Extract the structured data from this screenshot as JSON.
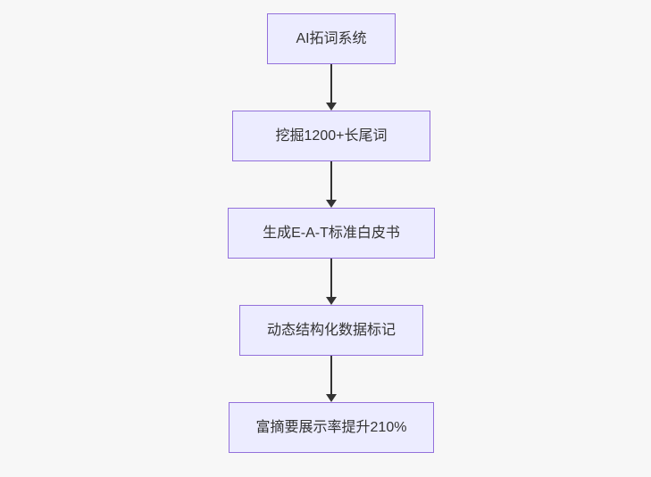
{
  "diagram": {
    "type": "flowchart",
    "direction": "top-down",
    "colors": {
      "node_fill": "#ECECFF",
      "node_border": "#9370DB",
      "text": "#333333",
      "arrow": "#333333",
      "background": "#F7F7F7"
    },
    "nodes": [
      {
        "id": "step-1",
        "label": "AI拓词系统"
      },
      {
        "id": "step-2",
        "label": "挖掘1200+长尾词"
      },
      {
        "id": "step-3",
        "label": "生成E-A-T标准白皮书"
      },
      {
        "id": "step-4",
        "label": "动态结构化数据标记"
      },
      {
        "id": "step-5",
        "label": "富摘要展示率提升210%"
      }
    ],
    "edges": [
      {
        "from": "step-1",
        "to": "step-2"
      },
      {
        "from": "step-2",
        "to": "step-3"
      },
      {
        "from": "step-3",
        "to": "step-4"
      },
      {
        "from": "step-4",
        "to": "step-5"
      }
    ]
  }
}
